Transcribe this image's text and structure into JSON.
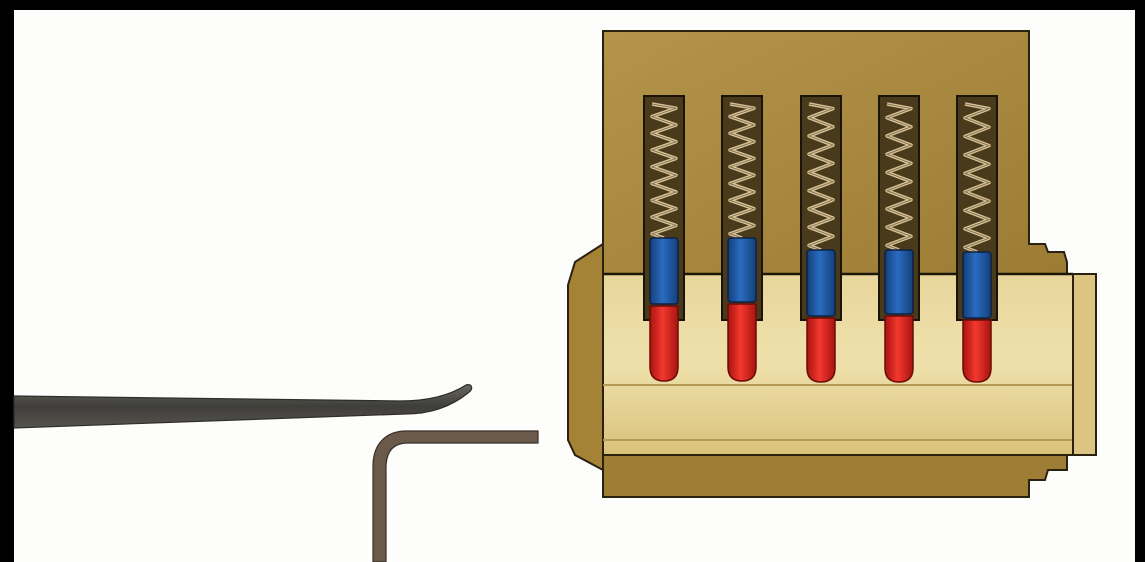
{
  "diagram": {
    "colors": {
      "background": "#fdfdfc",
      "frame": "#000000",
      "housing": "#a8873a",
      "housing_dark": "#7a5f22",
      "plug": "#e2cf8e",
      "plug_light": "#ecdca6",
      "pin_channel": "#4a3a1c",
      "spring": "#c9b48a",
      "driver_pin": "#1e5aa8",
      "key_pin": "#dd2a24",
      "tension_wrench": "#6e5d4c",
      "pick": "#4b4a47"
    },
    "pin_stacks": [
      {
        "id": 1,
        "driver": "blue",
        "key_pin": "red"
      },
      {
        "id": 2,
        "driver": "blue",
        "key_pin": "red"
      },
      {
        "id": 3,
        "driver": "blue",
        "key_pin": "red"
      },
      {
        "id": 4,
        "driver": "blue",
        "key_pin": "red"
      },
      {
        "id": 5,
        "driver": "blue",
        "key_pin": "red"
      }
    ],
    "tools": [
      "pick",
      "tension-wrench"
    ]
  }
}
